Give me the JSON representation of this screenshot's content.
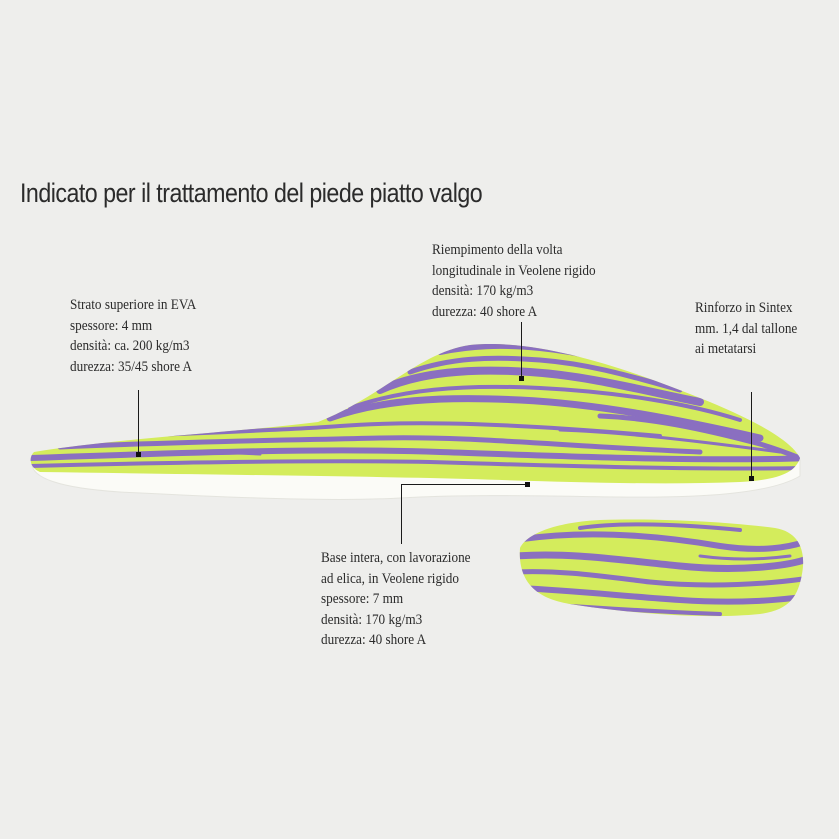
{
  "title": "Indicato per il trattamento del piede piatto valgo",
  "labels": {
    "top_layer": {
      "lines": [
        "Strato superiore in EVA",
        "spessore: 4 mm",
        "densità: ca. 200 kg/m3",
        "durezza: 35/45 shore A"
      ]
    },
    "arch_fill": {
      "lines": [
        "Riempimento della volta",
        "longitudinale in Veolene rigido",
        "densità: 170 kg/m3",
        "durezza: 40 shore A"
      ]
    },
    "reinforcement": {
      "lines": [
        "Rinforzo in Sintex",
        "mm. 1,4 dal tallone",
        "ai metatarsi"
      ]
    },
    "base": {
      "lines": [
        "Base intera, con lavorazione",
        "ad elica, in Veolene rigido",
        "spessore: 7 mm",
        "densità: 170 kg/m3",
        "durezza: 40 shore A"
      ]
    }
  },
  "colors": {
    "background": "#eeeeec",
    "lime": "#d4ec5c",
    "purple": "#8a6fc0",
    "base_white": "#fbfbf7",
    "text": "#2b2b2b",
    "leader": "#1a1a1a"
  }
}
